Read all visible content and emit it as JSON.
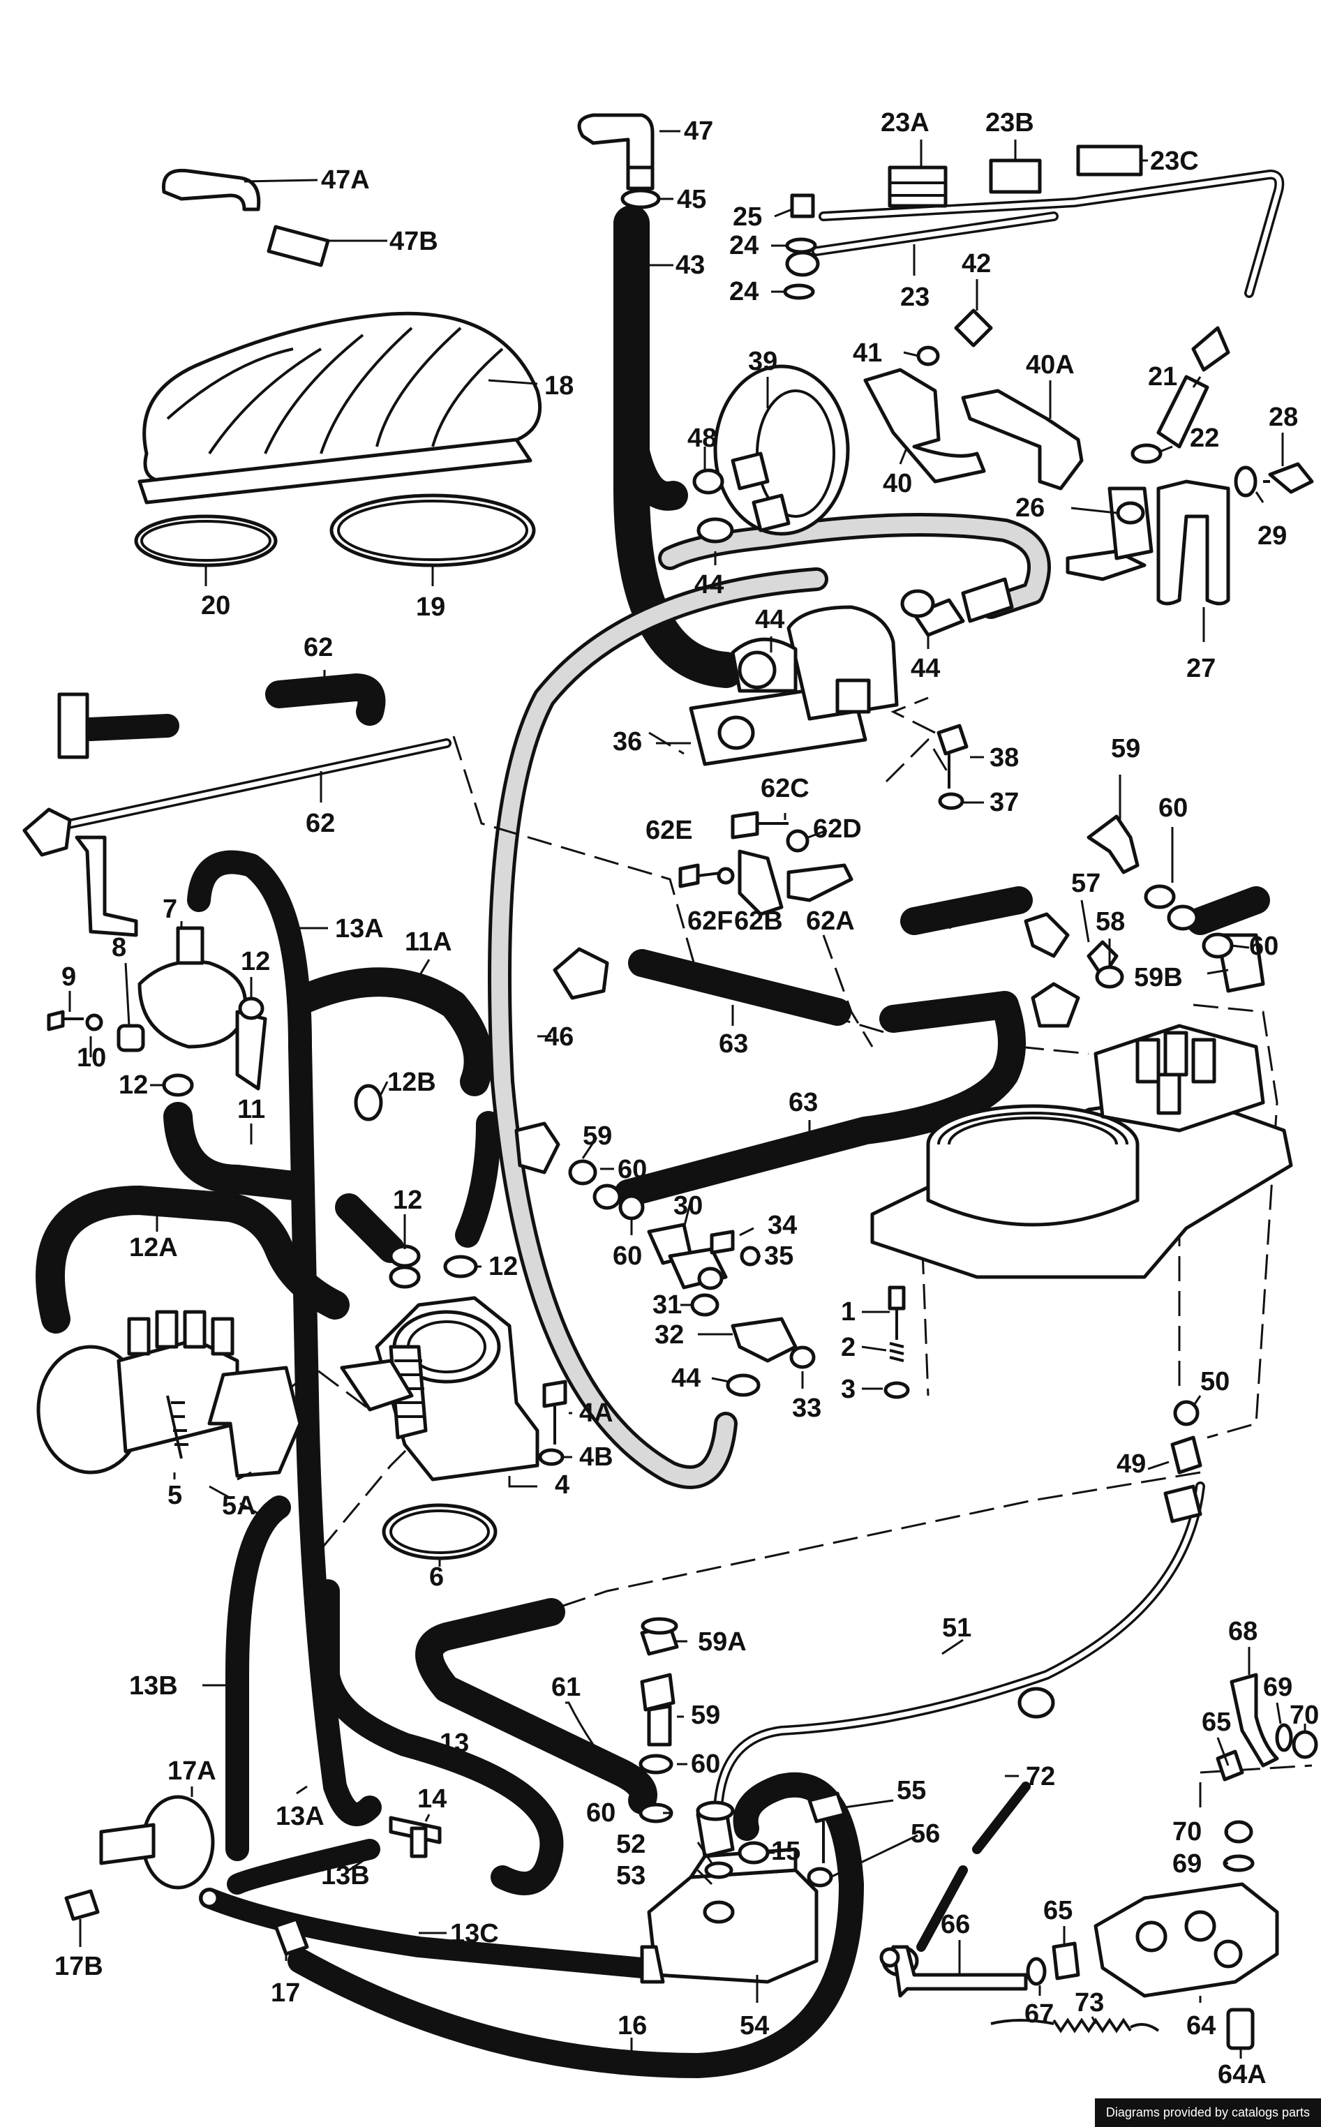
{
  "diagram": {
    "credit": "Diagrams provided by catalogs parts",
    "labels": [
      "47",
      "47A",
      "47B",
      "45",
      "43",
      "23A",
      "23B",
      "23C",
      "25",
      "24",
      "24",
      "23",
      "42",
      "41",
      "40A",
      "21",
      "22",
      "28",
      "18",
      "39",
      "48",
      "44",
      "40",
      "26",
      "29",
      "20",
      "19",
      "44",
      "44",
      "27",
      "62",
      "36",
      "38",
      "37",
      "59",
      "62C",
      "62E",
      "62D",
      "60",
      "62",
      "62F",
      "62B",
      "62A",
      "57",
      "58",
      "60",
      "59B",
      "7",
      "13A",
      "11A",
      "12",
      "9",
      "8",
      "63",
      "10",
      "12",
      "12B",
      "46",
      "11",
      "63",
      "59",
      "60",
      "12",
      "30",
      "34",
      "12A",
      "12",
      "60",
      "35",
      "31",
      "1",
      "32",
      "2",
      "44",
      "33",
      "3",
      "4A",
      "4B",
      "50",
      "5",
      "5A",
      "4",
      "49",
      "6",
      "59A",
      "51",
      "68",
      "69",
      "13B",
      "61",
      "59",
      "60",
      "65",
      "70",
      "13",
      "17A",
      "14",
      "72",
      "60",
      "55",
      "52",
      "15",
      "56",
      "70",
      "53",
      "69",
      "13A",
      "13B",
      "65",
      "13C",
      "66",
      "17B",
      "17",
      "54",
      "67",
      "64",
      "16",
      "73",
      "64A"
    ]
  }
}
